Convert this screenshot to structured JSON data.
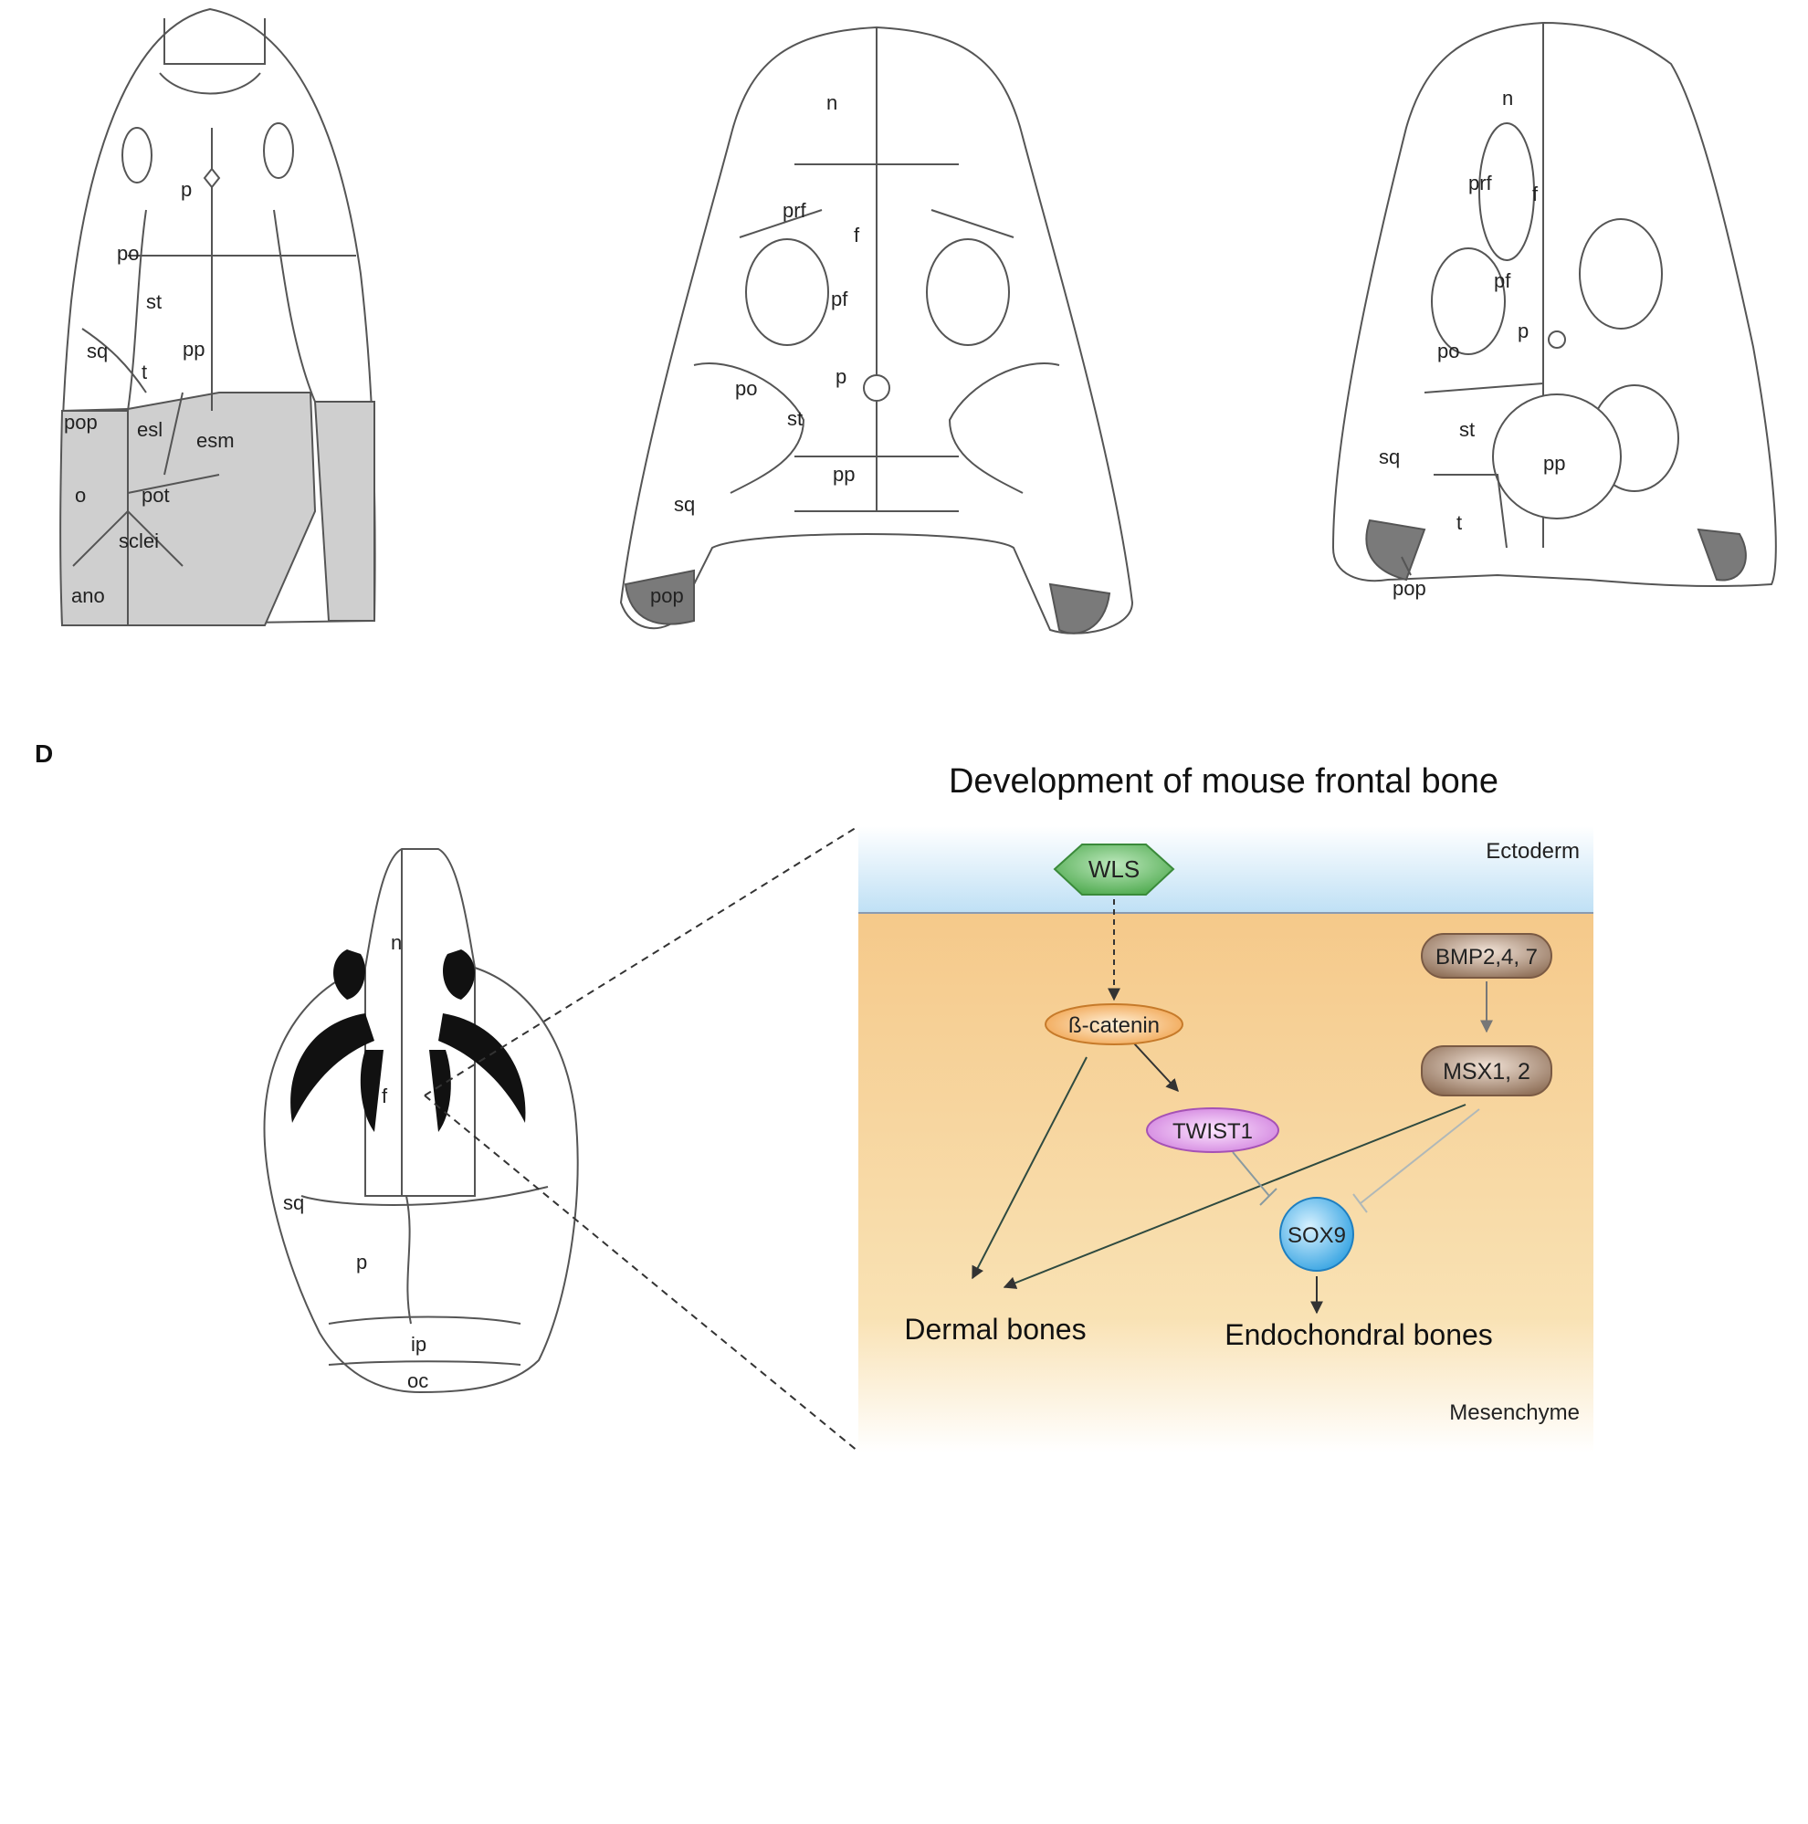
{
  "panels": {
    "D": {
      "label": "D"
    }
  },
  "skull_a": {
    "labels": [
      "p",
      "po",
      "st",
      "sq",
      "t",
      "pp",
      "pop",
      "esl",
      "esm",
      "o",
      "pot",
      "sclei",
      "ano"
    ]
  },
  "skull_b": {
    "labels": [
      "n",
      "prf",
      "f",
      "pf",
      "p",
      "po",
      "st",
      "pp",
      "sq",
      "pop"
    ]
  },
  "skull_c": {
    "labels": [
      "n",
      "prf",
      "f",
      "pf",
      "p",
      "po",
      "st",
      "pp",
      "sq",
      "t",
      "pop"
    ]
  },
  "skull_d": {
    "labels": [
      "n",
      "f",
      "sq",
      "p",
      "ip",
      "oc"
    ]
  },
  "pathway": {
    "title": "Development of mouse frontal bone",
    "ectoderm_label": "Ectoderm",
    "mesenchyme_label": "Mesenchyme",
    "nodes": {
      "wls": "WLS",
      "beta_catenin": "ß-catenin",
      "twist1": "TWIST1",
      "bmp": "BMP2,4, 7",
      "msx": "MSX1, 2",
      "sox9": "SOX9"
    },
    "outcomes": {
      "dermal": "Dermal bones",
      "endochondral": "Endochondral bones"
    },
    "colors": {
      "ectoderm": "#bfe0f5",
      "mesenchyme": "#f5c98a",
      "wls": "#5cb85c",
      "beta_catenin": "#f0a24a",
      "twist1": "#d98ee6",
      "bmp_msx": "#9a7a62",
      "sox9": "#4fb3e8"
    }
  }
}
